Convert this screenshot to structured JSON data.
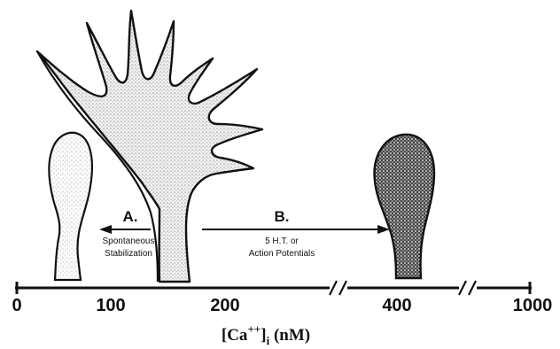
{
  "axis": {
    "ticks": [
      "0",
      "100",
      "200",
      "400",
      "1000"
    ],
    "title_main": "[Ca",
    "title_sup": "++",
    "title_close": "]",
    "title_sub": "i",
    "title_unit": " (nM)"
  },
  "arrow_a": {
    "label": "A.",
    "caption_line1": "Spontaneous",
    "caption_line2": "Stabilization"
  },
  "arrow_b": {
    "label": "B.",
    "caption_line1": "5 H.T. or",
    "caption_line2": "Action Potentials"
  },
  "colors": {
    "ink": "#111111",
    "stipple_light": "#9a9a9a",
    "stipple_dark": "#1a1a1a"
  }
}
